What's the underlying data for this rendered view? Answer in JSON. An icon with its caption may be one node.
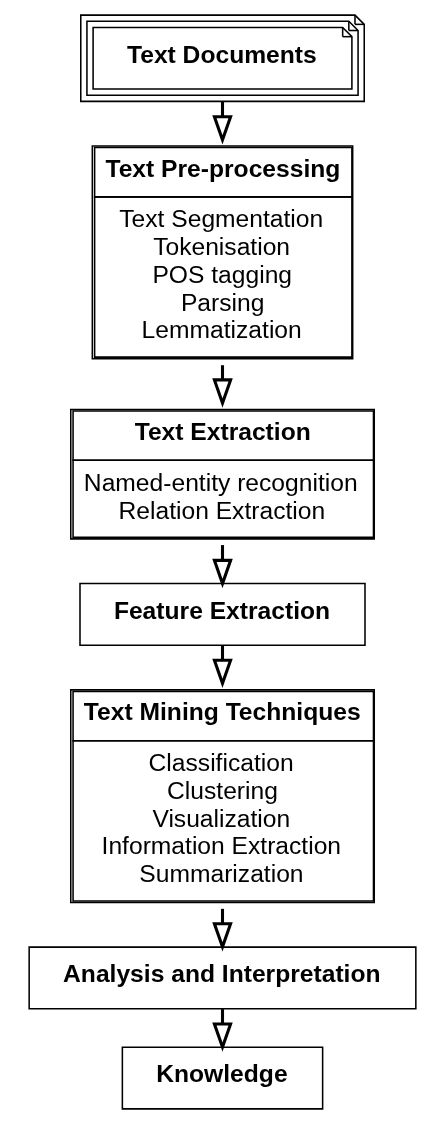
{
  "diagram": {
    "nodes": [
      {
        "text": [
          "Text Documents"
        ]
      },
      {
        "text": [
          "Text Pre-processing",
          "Text Segmentation",
          "Tokenisation",
          "POS tagging",
          "Parsing",
          "Lemmatization"
        ]
      },
      {
        "text": [
          "Text Extraction",
          "Named-entity recognition",
          "Relation Extraction"
        ]
      },
      {
        "text": [
          "Feature Extraction"
        ]
      },
      {
        "text": [
          "Text Mining Techniques",
          "Classification",
          "Clustering",
          "Visualization",
          "Information Extraction",
          "Summarization"
        ]
      },
      {
        "text": [
          "Analysis and Interpretation"
        ]
      },
      {
        "text": [
          "Knowledge"
        ]
      }
    ],
    "edges": [
      {
        "from": 0,
        "to": 1,
        "arrow": "to"
      },
      {
        "from": 1,
        "to": 2,
        "arrow": "to"
      },
      {
        "from": 2,
        "to": 3,
        "arrow": "to"
      },
      {
        "from": 3,
        "to": 4,
        "arrow": "to"
      },
      {
        "from": 4,
        "to": 5,
        "arrow": "to"
      },
      {
        "from": 5,
        "to": 6,
        "arrow": "to"
      }
    ]
  }
}
